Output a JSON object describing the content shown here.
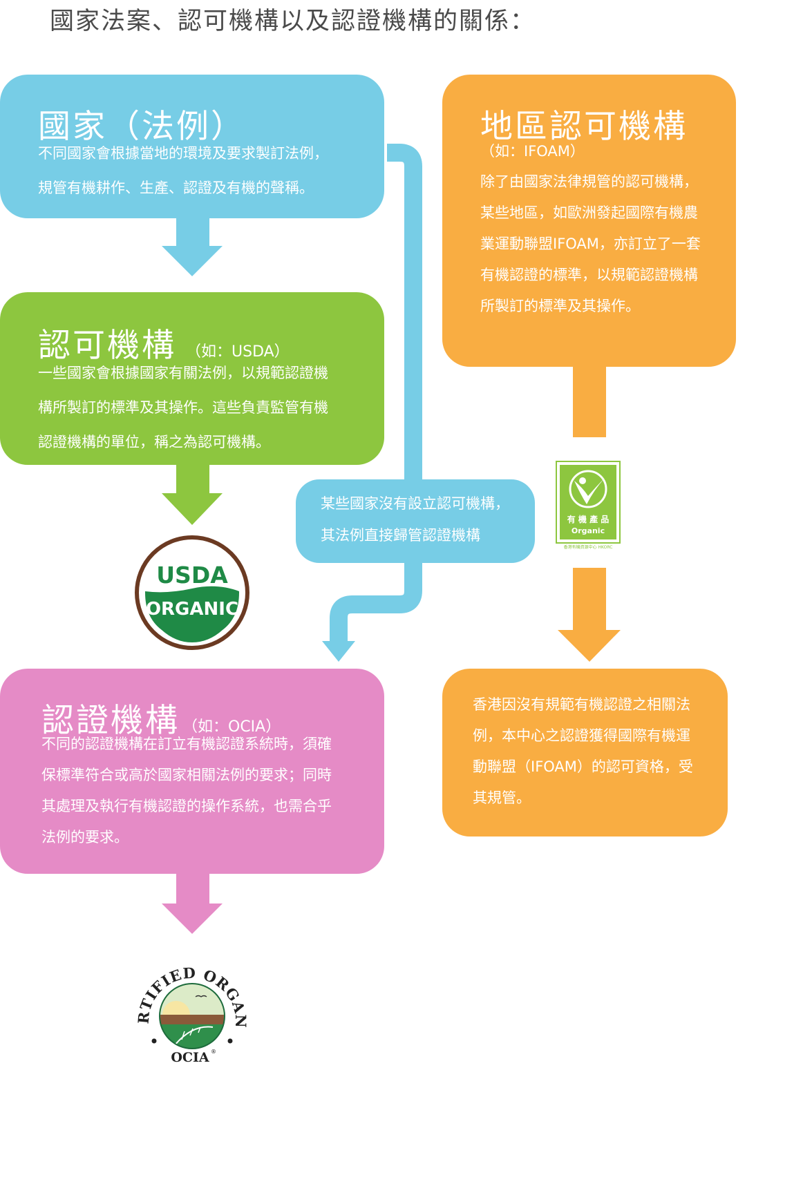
{
  "page_title": "國家法案、認可機構以及認證機構的關係：",
  "colors": {
    "blue": "#77cde6",
    "green": "#8dc63f",
    "orange": "#f9ad42",
    "pink": "#e58bc6",
    "usda_brown": "#6b3a22",
    "usda_green": "#1f8a46"
  },
  "national": {
    "title": "國家（法例）",
    "lines": [
      "不同國家會根據當地的環境及要求製訂法例，",
      "規管有機耕作、生產、認證及有機的聲稱。"
    ]
  },
  "accreditation": {
    "title": "認可機構",
    "example": "（如：USDA）",
    "lines": [
      "一些國家會根據國家有關法例，以規範認證機",
      "構所製訂的標準及其操作。這些負責監管有機",
      "認證機構的單位，稱之為認可機構。"
    ]
  },
  "regional": {
    "title": "地區認可機構",
    "example": "（如：IFOAM）",
    "lines": [
      "除了由國家法律規管的認可機構，",
      "某些地區，如歐洲發起國際有機農",
      "業運動聯盟IFOAM，亦訂立了一套",
      "有機認證的標準，以規範認證機構",
      "所製訂的標準及其操作。"
    ]
  },
  "bypass_note": {
    "lines": [
      "某些國家沒有設立認可機構，",
      "其法例直接歸管認證機構"
    ]
  },
  "certification": {
    "title": "認證機構",
    "example": "（如：OCIA）",
    "lines": [
      "不同的認證機構在訂立有機認證系統時，須確",
      "保標準符合或高於國家相關法例的要求；同時",
      "其處理及執行有機認證的操作系統，也需合乎",
      "法例的要求。"
    ]
  },
  "hk_box": {
    "lines": [
      "香港因沒有規範有機認證之相關法",
      "例，本中心之認證獲得國際有機運",
      "動聯盟（IFOAM）的認可資格，受",
      "其規管。"
    ]
  },
  "usda_logo": {
    "top": "USDA",
    "bottom": "ORGANIC"
  },
  "hk_logo": {
    "cn": "有 機 產 品",
    "en": "Organic",
    "org": "香港有機資源中心 HKORC"
  },
  "ocia_logo": {
    "ring": "CERTIFIED ORGANIC",
    "name": "OCIA",
    "reg": "®"
  }
}
